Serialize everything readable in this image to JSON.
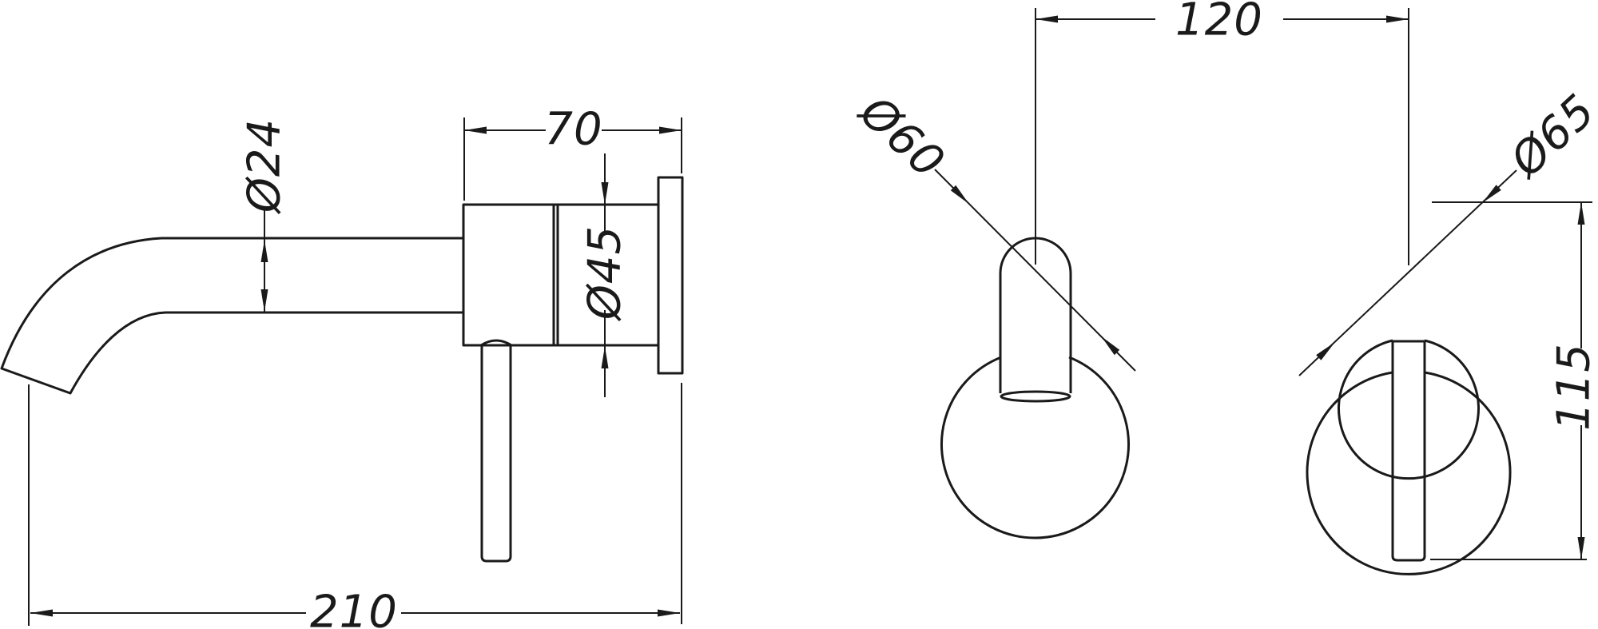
{
  "meta": {
    "type": "technical-dimension-drawing",
    "subject": "Wall-mounted basin mixer tap - side view and front views",
    "background_color": "#ffffff",
    "line_color": "#1a1a1a"
  },
  "views": {
    "side_view": "spout and valve body side elevation",
    "spout_front_view": "spout escutcheon front elevation",
    "handle_front_view": "handle escutcheon front elevation"
  },
  "dimensions": {
    "spout_tube_diameter": "Ø24",
    "body_depth": "70",
    "body_diameter": "Ø45",
    "spout_reach": "210",
    "hole_centres": "120",
    "spout_escutcheon_diameter": "Ø60",
    "handle_escutcheon_diameter": "Ø65",
    "handle_drop": "115"
  }
}
